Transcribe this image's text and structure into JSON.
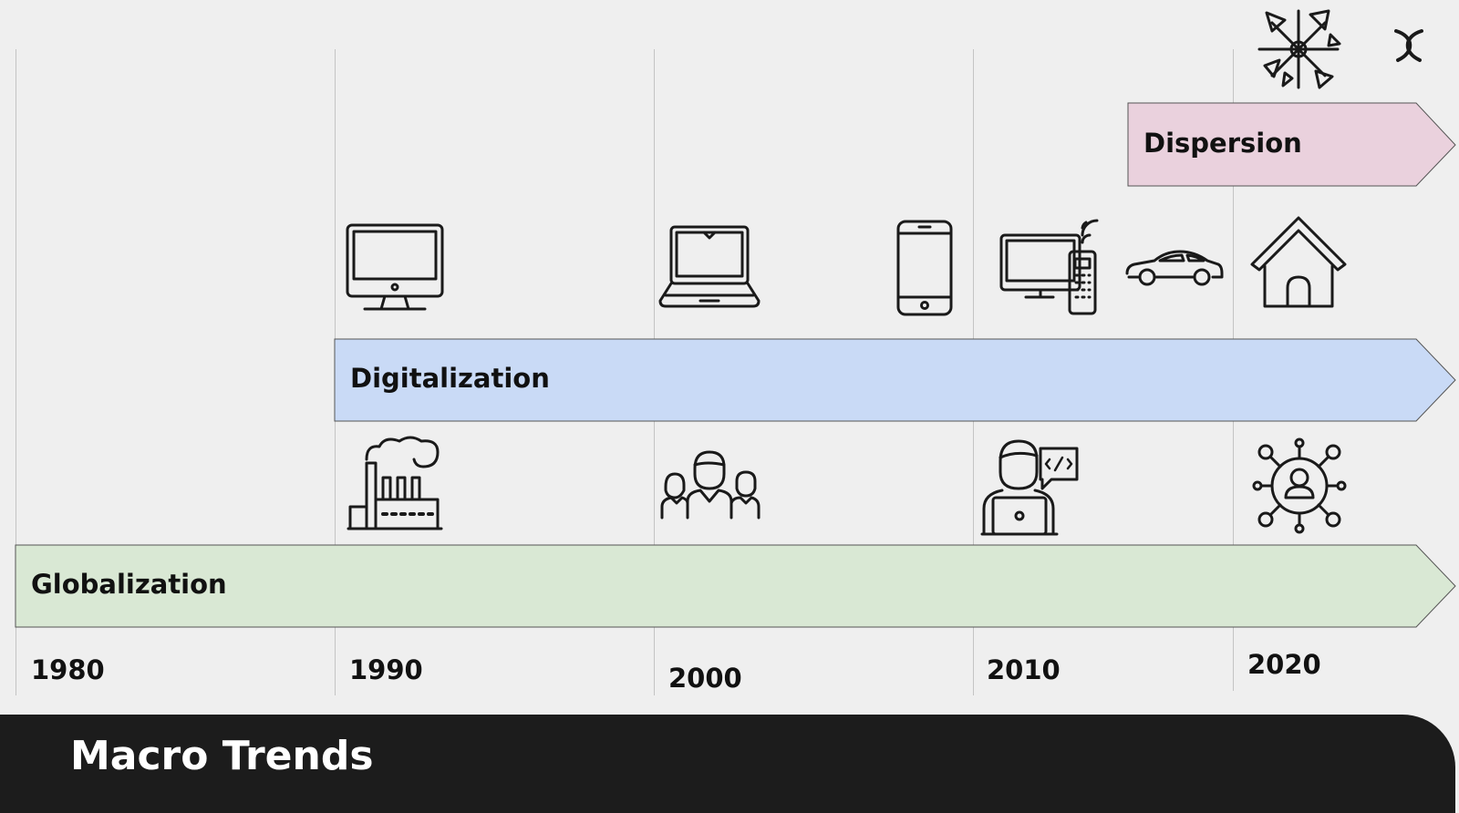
{
  "years": [
    "1980",
    "1990",
    "2000",
    "2010",
    "2020"
  ],
  "trends": {
    "globalization": {
      "label": "Globalization",
      "color": "#d9e8d4"
    },
    "digitalization": {
      "label": "Digitalization",
      "color": "#c9daf6"
    },
    "dispersion": {
      "label": "Dispersion",
      "color": "#ead1dd"
    }
  },
  "icons": [
    "desktop-computer-icon",
    "laptop-icon",
    "smartphone-icon",
    "smart-tv-icon",
    "car-icon",
    "house-icon",
    "factory-icon",
    "team-icon",
    "developer-icon",
    "network-user-icon",
    "dispersion-burst-icon",
    "brand-logo-icon"
  ],
  "footer": {
    "title": "Macro Trends"
  }
}
